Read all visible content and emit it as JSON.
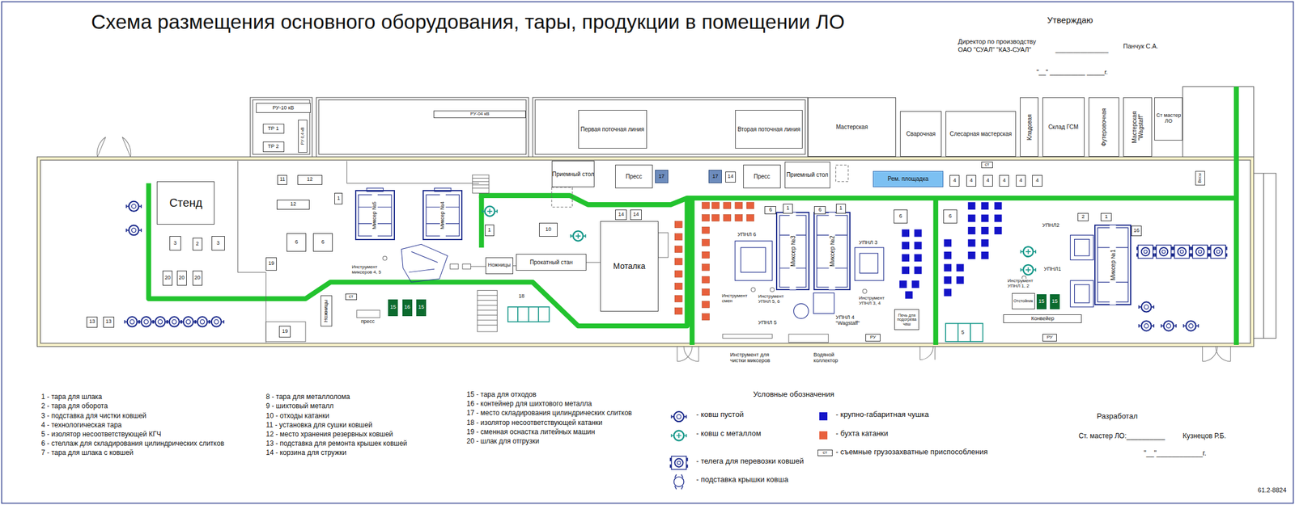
{
  "diagram": {
    "title": "Схема размещения основного оборудования, тары, продукции в помещении ЛО",
    "nodes": [
      {
        "text": [
          "РУ-10 кВ"
        ]
      },
      {
        "text": [
          "ТР 1"
        ]
      },
      {
        "text": [
          "ТР 2"
        ]
      },
      {
        "text": [
          "РУ 0,4 кВ"
        ]
      },
      {
        "text": [
          "РУ-04 кВ"
        ]
      },
      {
        "text": [
          "Первая поточная линия"
        ]
      },
      {
        "text": [
          "Вторая поточная линия"
        ]
      },
      {
        "text": [
          "Мастерская"
        ]
      },
      {
        "text": [
          "Сварочная"
        ]
      },
      {
        "text": [
          "Слесарная мастерская"
        ]
      },
      {
        "text": [
          "Кладовая"
        ]
      },
      {
        "text": [
          "Склад ГСМ"
        ]
      },
      {
        "text": [
          "Футеровочная"
        ]
      },
      {
        "text": [
          "Мастерская \"Wagstaff\""
        ]
      },
      {
        "text": [
          "Ст мастер ЛО"
        ]
      },
      {
        "text": [
          "Стенд"
        ]
      },
      {
        "text": [
          "Приемный стол"
        ]
      },
      {
        "text": [
          "Пресс"
        ]
      },
      {
        "text": [
          "Пресс"
        ]
      },
      {
        "text": [
          "Приемный стол"
        ]
      },
      {
        "text": [
          "Рем. площадка"
        ]
      },
      {
        "text": [
          "Миксер №5"
        ]
      },
      {
        "text": [
          "Миксер №4"
        ]
      },
      {
        "text": [
          "Ножницы"
        ]
      },
      {
        "text": [
          "Прокатный стан"
        ]
      },
      {
        "text": [
          "Моталка"
        ]
      },
      {
        "text": [
          "Ножницы"
        ]
      },
      {
        "text": [
          "Миксер №3"
        ]
      },
      {
        "text": [
          "Миксер №2"
        ]
      },
      {
        "text": [
          "Миксер №1"
        ]
      },
      {
        "text": [
          "Конвейер"
        ]
      },
      {
        "text": [
          "Печь для подогрева чаш"
        ]
      },
      {
        "text": [
          "Весы"
        ]
      },
      {
        "text": [
          "Отстойник"
        ]
      }
    ],
    "labels": [
      "Утверждаю",
      "Директор по производству",
      "ОАО \"СУАЛ\" \"КАЗ-СУАЛ\"",
      "_______________",
      "Панчук С.А.",
      "\"__\" __________ _____г.",
      "11",
      "12",
      "12",
      "1",
      "3",
      "2",
      "3",
      "20",
      "20",
      "20",
      "6",
      "6",
      "19",
      "19",
      "13",
      "13",
      "1",
      "10",
      "14",
      "14",
      "17",
      "17",
      "14",
      "ст",
      "пресс",
      "15",
      "16",
      "15",
      "18",
      "Инструмент миксеров 4, 5",
      "6",
      "1",
      "6",
      "1",
      "УПНЛ 6",
      "УПНЛ 3",
      "Инструмент смен",
      "Инструмент УПНЛ 5, 6",
      "УПНЛ 5",
      "УПНЛ 4 \"Wagstaff\"",
      "Инструмент УПНЛ 3, 4",
      "Инструмент для чистки миксеров",
      "Водяной коллектор",
      "РУ",
      "6",
      "6",
      "4",
      "4",
      "4",
      "4",
      "4",
      "4",
      "ст",
      "5",
      "2",
      "1",
      "16",
      "УПНЛ2",
      "УПНЛ1",
      "Инструмент УПНЛ 1, 2",
      "15",
      "15",
      "РУ",
      "1 - тара для шлака",
      "2 - тара для оборота",
      "3 - подставка для чистки ковшей",
      "4 - технологическая тара",
      "5 - изолятор несоответствующей КГЧ",
      "6 - стеллаж для складирования цилиндрических слитков",
      "7 - тара для шлака с ковшей",
      "8 - тара для металлолома",
      "9 - шихтовый металл",
      "10 - отходы катанки",
      "11 - установка для сушки ковшей",
      "12 - место хранения резервных ковшей",
      "13 - подставка для ремонта крышек ковшей",
      "14 - корзина для стружки",
      "15 - тара для отходов",
      "16 - контейнер для шихтового металла",
      "17 - место складирования цилиндрических слитков",
      "18 - изолятор несоответствующей катанки",
      "19 - сменная оснастка литейных машин",
      "20 - шлак для отгрузки",
      "Условные обозначения",
      "ст",
      "Разработал",
      "Ст. мастер ЛО:__________",
      "Кузнецов Р.Б.",
      "\"__\"____________г.",
      "61.2-8824"
    ],
    "legend": [
      {
        "text": "- ковш пустой"
      },
      {
        "text": "- ковш с металлом"
      },
      {
        "text": "- телега для перевозки ковшей"
      },
      {
        "text": "- подставка крышки ковша"
      },
      {
        "text": "- крупно-габаритная чушка",
        "color": "#1414c8"
      },
      {
        "text": "- бухта катанки",
        "color": "#e8603c"
      },
      {
        "text": "- съемные грузозахватные приспособления"
      }
    ]
  }
}
